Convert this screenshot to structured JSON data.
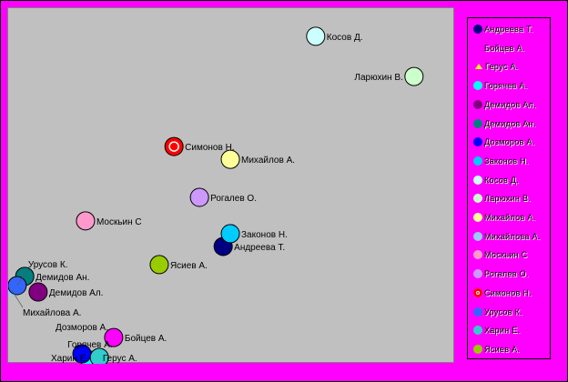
{
  "chart_data": {
    "type": "scatter",
    "title": "",
    "xlabel": "",
    "ylabel": "",
    "xlim": [
      0,
      100
    ],
    "ylim": [
      0,
      100
    ],
    "grid": false,
    "legend_position": "right",
    "series": [
      {
        "name": "Андреева Т.",
        "color": "#000080",
        "marker": "circle",
        "x": 48.1,
        "y": 33.0
      },
      {
        "name": "Бойцев А.",
        "color": "#ff00ff",
        "marker": "circle",
        "x": 23.6,
        "y": 7.4
      },
      {
        "name": "Герус А.",
        "color": "#ffff00",
        "marker": "triangle",
        "x": 18.7,
        "y": 1.8
      },
      {
        "name": "Горячев А.",
        "color": "#00ffff",
        "marker": "circle",
        "x": 18.3,
        "y": 0.3
      },
      {
        "name": "Демидов Ал.",
        "color": "#800080",
        "marker": "circle",
        "x": 6.7,
        "y": 20.2
      },
      {
        "name": "Демидов Ан.",
        "color": "#008080",
        "marker": "circle",
        "x": 3.7,
        "y": 24.6
      },
      {
        "name": "Дозморов А.",
        "color": "#0000ff",
        "marker": "circle",
        "x": 16.5,
        "y": 2.8
      },
      {
        "name": "Законов Н.",
        "color": "#00ccff",
        "marker": "circle",
        "x": 49.7,
        "y": 36.6
      },
      {
        "name": "Косов Д.",
        "color": "#ccffff",
        "marker": "circle",
        "x": 68.8,
        "y": 92.1
      },
      {
        "name": "Ларюхин В.",
        "color": "#ccffcc",
        "marker": "circle",
        "x": 90.8,
        "y": 80.8
      },
      {
        "name": "Михайлов А.",
        "color": "#ffff99",
        "marker": "circle",
        "x": 49.7,
        "y": 57.5
      },
      {
        "name": "Михайлова А.",
        "color": "#99ccff",
        "marker": "square",
        "x": -0.6,
        "y": 20.7
      },
      {
        "name": "Москьин С",
        "color": "#ff99cc",
        "marker": "circle",
        "x": 17.3,
        "y": 40.2
      },
      {
        "name": "Рогалев О.",
        "color": "#cc99ff",
        "marker": "circle",
        "x": 42.8,
        "y": 46.8
      },
      {
        "name": "Симонов Н.",
        "color": "#ff0000",
        "marker": "ring",
        "x": 37.1,
        "y": 61.1
      },
      {
        "name": "Урусов К.",
        "color": "#3366ff",
        "marker": "circle",
        "x": 2.0,
        "y": 22.0
      },
      {
        "name": "Харин Е.",
        "color": "#33cccc",
        "marker": "circle",
        "x": 20.4,
        "y": 1.8
      },
      {
        "name": "Ясиев А.",
        "color": "#99cc00",
        "marker": "circle",
        "x": 33.8,
        "y": 27.9
      }
    ]
  }
}
